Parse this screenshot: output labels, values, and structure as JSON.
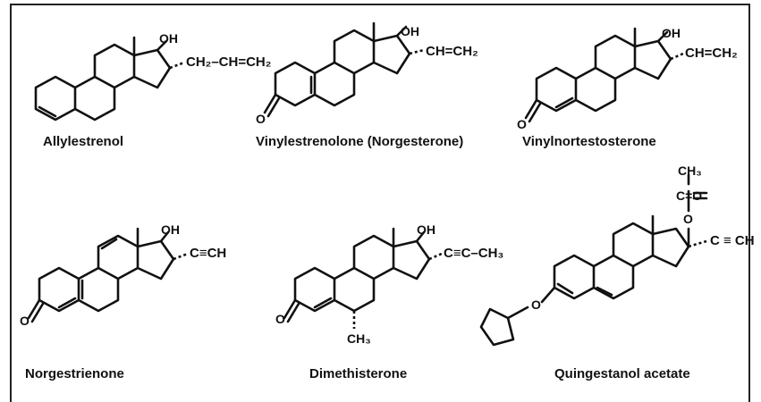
{
  "compounds": [
    {
      "name": "Allylestrenol",
      "substituent": "CH₂–CH=CH₂"
    },
    {
      "name": "Vinylestrenolone (Norgesterone)",
      "substituent": "CH=CH₂"
    },
    {
      "name": "Vinylnortestosterone",
      "substituent": "CH=CH₂"
    },
    {
      "name": "Norgestrienone",
      "substituent": "C≡CH"
    },
    {
      "name": "Dimethisterone",
      "substituent": "C≡C–CH₃"
    },
    {
      "name": "Quingestanol acetate",
      "substituent": "C ≡ CH"
    }
  ],
  "labels": {
    "oh": "OH",
    "o": "O",
    "ch3": "CH₃",
    "co": "C=O"
  }
}
